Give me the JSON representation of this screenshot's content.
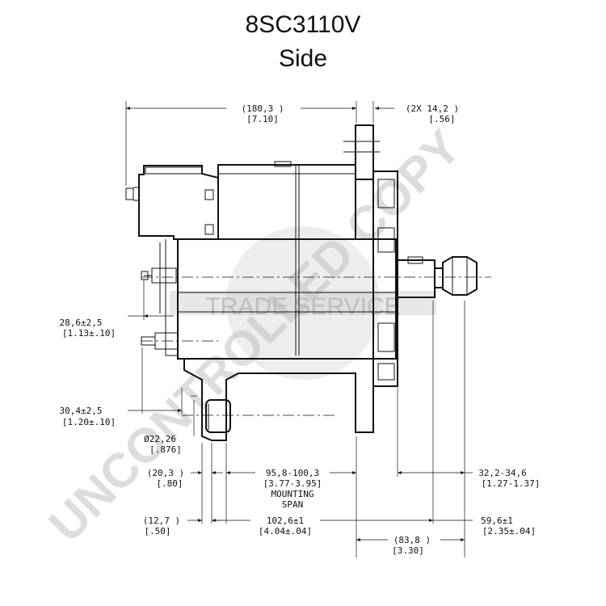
{
  "title": {
    "part_number": "8SC3110V",
    "view": "Side"
  },
  "watermark": {
    "circle_text": "TRADE SERVICE",
    "diagonal_text": "UNCONTROLLED COPY"
  },
  "dimensions": {
    "overall_length": {
      "mm": "(180,3 )",
      "in": "[7.10]"
    },
    "flange_thickness": {
      "mm": "(2X 14,2 )",
      "in": "[.56]"
    },
    "terminal_upper": {
      "mm": "28,6±2,5",
      "in": "[1.13±.10]"
    },
    "terminal_lower": {
      "mm": "30,4±2,5",
      "in": "[1.20±.10]"
    },
    "hole_diameter": {
      "mm": "Ø22,26",
      "in": "[.876]"
    },
    "foot_offset": {
      "mm": "(20,3 )",
      "in": "[.80]"
    },
    "mounting_span": {
      "mm": "95,8-100,3",
      "in": "[3.77-3.95]",
      "label_1": "MOUNTING",
      "label_2": "SPAN"
    },
    "pulley_range": {
      "mm": "32,2-34,6",
      "in": "[1.27-1.37]"
    },
    "foot_width": {
      "mm": "(12,7 )",
      "in": "[.50]"
    },
    "foot_to_flange": {
      "mm": "102,6±1",
      "in": "[4.04±.04]"
    },
    "shaft_length": {
      "mm": "59,6±1",
      "in": "[2.35±.04]"
    },
    "flange_to_rear": {
      "mm": "(83,8    )",
      "in": "[3.30]"
    }
  }
}
